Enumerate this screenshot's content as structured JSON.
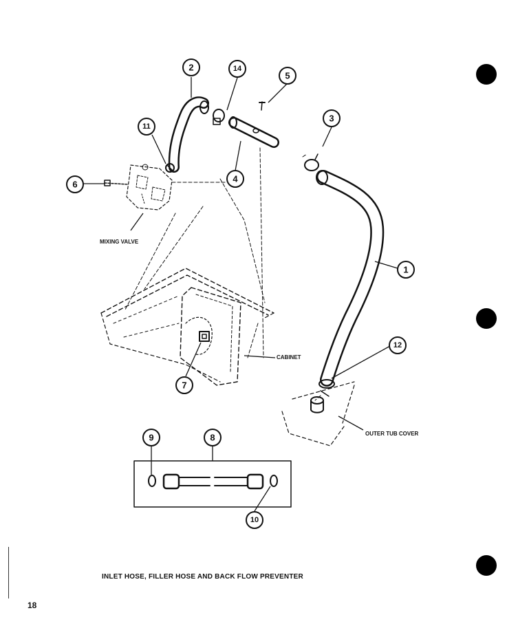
{
  "callouts": [
    "2",
    "14",
    "5",
    "11",
    "3",
    "6",
    "4",
    "1",
    "12",
    "7",
    "9",
    "8",
    "10"
  ],
  "labels": {
    "mixing_valve": "MIXING VALVE",
    "cabinet": "CABINET",
    "outer_tub_cover": "OUTER TUB COVER"
  },
  "caption": "INLET HOSE, FILLER HOSE AND BACK FLOW PREVENTER",
  "page_number": "18"
}
